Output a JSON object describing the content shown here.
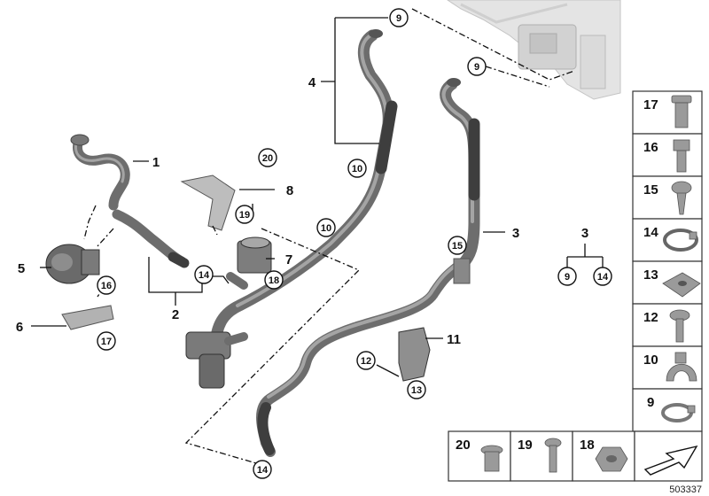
{
  "labels": [
    "1",
    "2",
    "3",
    "4",
    "5",
    "6",
    "7",
    "8",
    "11"
  ],
  "callouts": [
    "9",
    "9",
    "10",
    "10",
    "12",
    "13",
    "14",
    "14",
    "15",
    "16",
    "17",
    "18",
    "19",
    "20"
  ],
  "legend_group": {
    "parent": "3",
    "children": [
      "9",
      "14"
    ]
  },
  "side_panel": [
    "17",
    "16",
    "15",
    "14",
    "13",
    "12",
    "10",
    "9"
  ],
  "bottom_panel": [
    "20",
    "19",
    "18"
  ],
  "doc_id": "503337"
}
